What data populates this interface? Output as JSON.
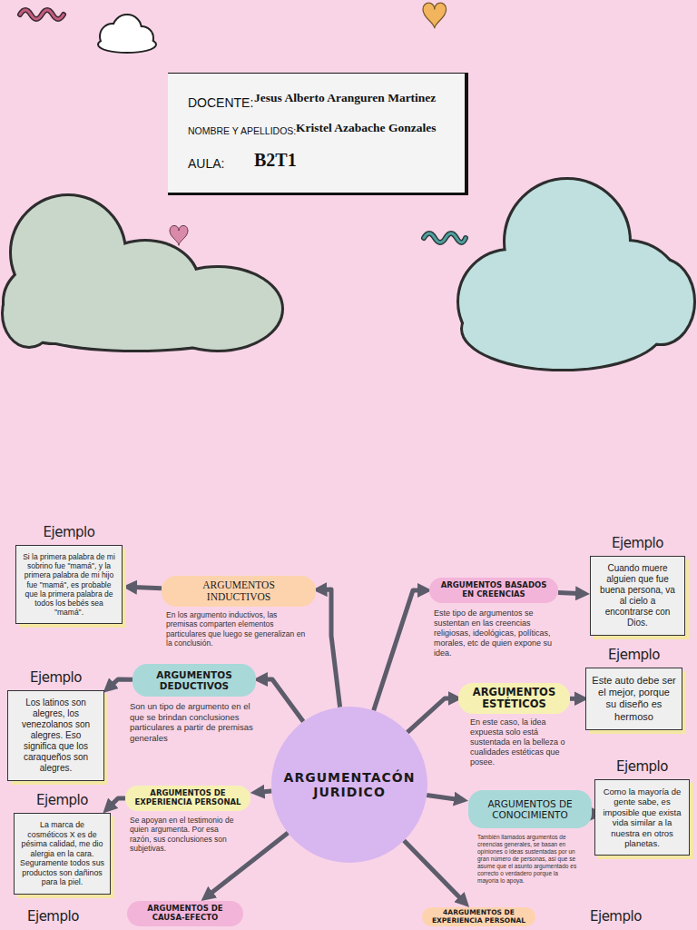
{
  "diagram": {
    "nodes": [
      {
        "text": [
          "DOCENTE:",
          "Jesus Alberto Aranguren Martinez",
          "NOMBRE Y APELLIDOS:",
          "Kristel Azabache Gonzales",
          "AULA:",
          "B2T1"
        ]
      },
      {
        "text": [
          "ARGUMENTACÓN JURIDICO"
        ]
      },
      {
        "text": [
          "ARGUMENTOS INDUCTIVOS"
        ]
      },
      {
        "text": [
          "Ejemplo",
          "Si la primera palabra de mi sobrino fue \"mamá\", y la primera palabra de mi hijo fue \"mamá\", es probable que la primera palabra de todos los bebés sea \"mamá\"."
        ]
      },
      {
        "text": [
          "ARGUMENTOS DEDUCTIVOS"
        ]
      },
      {
        "text": [
          "Ejemplo",
          "Los latinos son alegres, los venezolanos son alegres. Eso significa que los caraqueños son alegres."
        ]
      },
      {
        "text": [
          "ARGUMENTOS DE EXPERIENCIA PERSONAL"
        ]
      },
      {
        "text": [
          "Ejemplo",
          "La marca de cosméticos X es de pésima calidad, me dio alergia en la cara. Seguramente todos sus productos son dañinos para la piel."
        ]
      },
      {
        "text": [
          "ARGUMENTOS DE CAUSA-EFECTO"
        ]
      },
      {
        "text": [
          "ARGUMENTOS BASADOS EN CREENCIAS"
        ]
      },
      {
        "text": [
          "Ejemplo",
          "Cuando muere alguien que fue buena persona, va al cielo a encontrarse con Dios."
        ]
      },
      {
        "text": [
          "ARGUMENTOS ESTÉTICOS"
        ]
      },
      {
        "text": [
          "Ejemplo",
          "Este auto debe ser el mejor, porque su diseño es hermoso"
        ]
      },
      {
        "text": [
          "ARGUMENTOS DE CONOCIMIENTO"
        ]
      },
      {
        "text": [
          "Ejemplo",
          "Como la mayoría de gente sabe, es imposible que exista vida similar a la nuestra en otros planetas."
        ]
      },
      {
        "text": [
          "4ARGUMENTOS DE EXPERIENCIA PERSONAL"
        ]
      }
    ],
    "edges": [
      {
        "from": 1,
        "to": 2,
        "arrow": "to"
      },
      {
        "from": 1,
        "to": 4,
        "arrow": "to"
      },
      {
        "from": 1,
        "to": 6,
        "arrow": "to"
      },
      {
        "from": 1,
        "to": 8,
        "arrow": "to"
      },
      {
        "from": 1,
        "to": 9,
        "arrow": "to"
      },
      {
        "from": 1,
        "to": 11,
        "arrow": "to"
      },
      {
        "from": 1,
        "to": 13,
        "arrow": "to"
      },
      {
        "from": 1,
        "to": 15,
        "arrow": "to"
      },
      {
        "from": 2,
        "to": 3,
        "arrow": "to"
      },
      {
        "from": 4,
        "to": 5,
        "arrow": "to"
      },
      {
        "from": 6,
        "to": 7,
        "arrow": "to"
      },
      {
        "from": 9,
        "to": 10,
        "arrow": "to"
      },
      {
        "from": 11,
        "to": 12,
        "arrow": "to"
      },
      {
        "from": 13,
        "to": 14,
        "arrow": "to"
      }
    ],
    "labels": [
      "En los argumento inductivos, las premisas comparten elementos particulares que luego se generalizan en la conclusión.",
      "Son un tipo de argumento en el que se brindan conclusiones particulares a partir de premisas generales",
      "Se apoyan en el testimonio de quien argumenta. Por esa razón, sus conclusiones son subjetivas.",
      "Este tipo de argumentos se sustentan en las creencias religiosas, ideológicas, políticas, morales, etc de quien expone su idea.",
      "En este caso, la idea expuesta solo está sustentada en la belleza o cualidades estéticas que posee.",
      "También llamados argumentos de creencias generales, se basan en opiniones o ideas sustentadas por un gran número de personas, así que se asume que el asunto argumentado es correcto o verdadero porque la mayoría lo apoya.",
      "Ejemplo",
      "Ejemplo"
    ]
  }
}
